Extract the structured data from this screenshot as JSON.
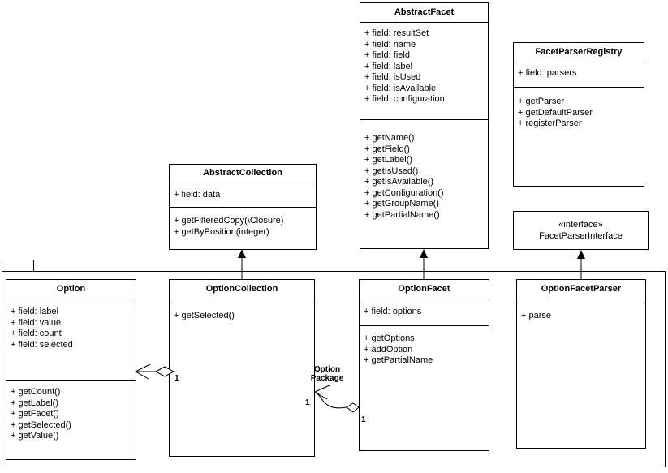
{
  "diagram": {
    "background_color": "#ffffff",
    "line_color": "#000000",
    "classes": {
      "abstract_facet": {
        "title": "AbstractFacet",
        "fields": [
          "+ field: resultSet",
          "+ field: name",
          "+ field: field",
          "+ field: label",
          "+ field: isUsed",
          "+ field: isAvailable",
          "+ field: configuration"
        ],
        "methods": [
          "+ getName()",
          "+ getField()",
          "+ getLabel()",
          "+ getIsUsed()",
          "+ getIsAvailable()",
          "+ getConfiguration()",
          "+ getGroupName()",
          "+ getPartialName()"
        ]
      },
      "facet_parser_registry": {
        "title": "FacetParserRegistry",
        "fields": [
          "+ field: parsers"
        ],
        "methods": [
          "+ getParser",
          "+ getDefaultParser",
          "+ registerParser"
        ]
      },
      "abstract_collection": {
        "title": "AbstractCollection",
        "fields": [
          "+ field: data"
        ],
        "methods": [
          "+ getFilteredCopy(\\Closure)",
          "+ getByPosition(integer)"
        ]
      },
      "facet_parser_interface": {
        "stereotype": "«interface»",
        "title": "FacetParserInterface"
      },
      "option": {
        "title": "Option",
        "fields": [
          "+ field: label",
          "+ field: value",
          "+ field: count",
          "+ field: selected"
        ],
        "methods": [
          "+ getCount()",
          "+ getLabel()",
          "+ getFacet()",
          "+ getSelected()",
          "+ getValue()"
        ]
      },
      "option_collection": {
        "title": "OptionCollection",
        "methods": [
          "+ getSelected()"
        ]
      },
      "option_facet": {
        "title": "OptionFacet",
        "fields": [
          "+ field: options"
        ],
        "methods": [
          "+ getOptions",
          "+ addOption",
          "+ getPartialName"
        ]
      },
      "option_facet_parser": {
        "title": "OptionFacetParser",
        "methods": [
          "+ parse"
        ]
      }
    },
    "relations": {
      "option_package_label_line1": "Option",
      "option_package_label_line2": "Package",
      "mult_option_to_collection": "1",
      "mult_collection_side": "1",
      "mult_facet_side": "1"
    }
  }
}
